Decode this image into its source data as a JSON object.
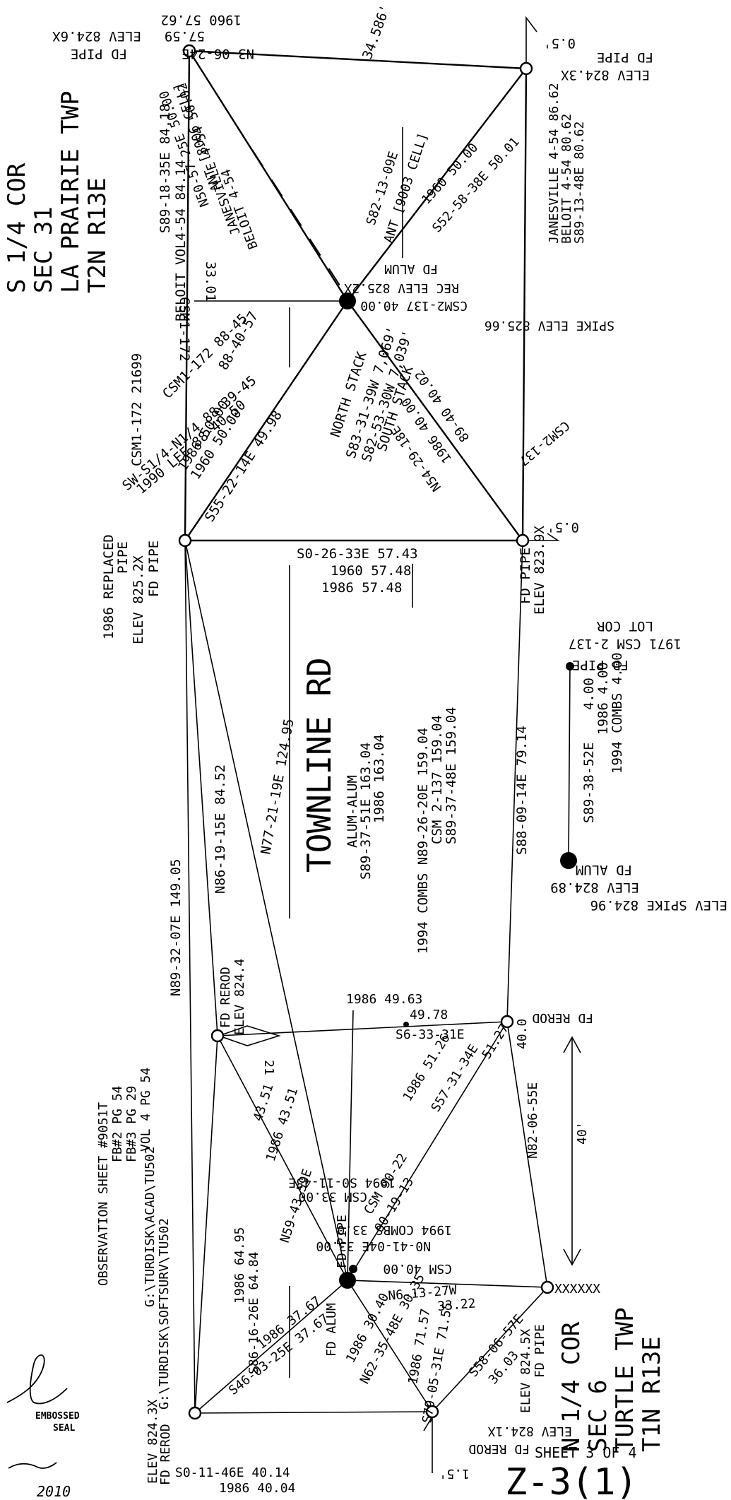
{
  "corners": {
    "s14": {
      "l1": "S 1/4 COR",
      "l2": "SEC 31",
      "l3": "LA PRAIRIE TWP",
      "l4": "T2N R13E"
    },
    "n14": {
      "l1": "N 1/4 COR",
      "l2": "SEC 6",
      "l3": "TURTLE TWP",
      "l4": "T1N R13E"
    }
  },
  "road": {
    "name": "TOWNLINE RD"
  },
  "left_edge": {
    "c1": "CSM1-172 21699",
    "bv1": "S89-18-35E 84.18",
    "bv2": "BELOIT VOL4-54 84.14",
    "csm_a": "CSM1-172",
    "csm_b": "33.01",
    "b_list": [
      "CSM1-172 88-45",
      "SW-S1/4-N1/4 88-39-45",
      "1990 LEE 88-40-50",
      "88-40-57"
    ],
    "replaced1": "1986 REPLACED",
    "replaced2": "PIPE",
    "replaced3": "ELEV 825.2X",
    "replaced4": "FD PIPE",
    "n89": "N89-32-07E 149.05",
    "ladder": "ELEV 824.3X",
    "ladder2": "FD REROD"
  },
  "top_right": {
    "fdpipe": "FD PIPE",
    "elev": "ELEV 824.6X",
    "n3": "N3-06-24E",
    "n3b": "1960 57.62",
    "n3c": "57.59",
    "dist": "34.586'",
    "fd_right": "FD PIPE",
    "elev_right": "ELEV 824.3X",
    "half": "0.5'"
  },
  "top_diag": {
    "d1": "N50-57-25E 50.00",
    "d2": "ANT [8006 CELL]",
    "d3": "JANESVILLE 4-54 50.02",
    "d4": "BELOIT 4-54",
    "d5": "S82-13-09E",
    "d6": "ANT [9003 CELL]",
    "d7": "1960 50.00",
    "d8": "S52-58-38E 50.01",
    "jan1": "JANESVILLE 4-54 86.62",
    "jan2": "BELOIT 4-54 80.62",
    "jan3": "S89-13-48E 80.62",
    "fdal1": "FD ALUM",
    "fdal2": "REC ELEV 825.2X",
    "fdal3": "CSM2-137 40.00",
    "spike": "SPIKE ELEV 825.66",
    "csm2": "CSM2-137",
    "n54": "N54-29-18E",
    "n54b": "1986 40.00",
    "n54c": "89-40 40.02"
  },
  "stack": {
    "n1": "NORTH STACK",
    "n2": "S83-31-39W 7,069'",
    "s1": "S82-53-30W 7,039'",
    "s2": "SOUTH STACK"
  },
  "center": {
    "s55": "S55-22-14E 49.98",
    "s55b": "1960 50.00",
    "s55c": "1986 50.00",
    "s0": "S0-26-33E 57.43",
    "s0b": "1960 57.48",
    "s0c": "1986 57.48",
    "fdp_mid": "FD PIPE",
    "fdp_mid2": "ELEV 823.9X",
    "half2": "0.5'",
    "alum1": "ALUM-ALUM",
    "alum2": "S89-37-51E 163.04",
    "alum3": "1986 163.04",
    "combs1": "1994 COMBS N89-26-20E 159.04",
    "combs2": "CSM 2-137 159.04",
    "combs3": "S89-37-48E 159.04",
    "n86": "N86-19-15E 84.52",
    "n77": "N77-21-19E 124.95",
    "s88": "S88-09-14E 79.14"
  },
  "right_mid": {
    "lot1": "LOT COR",
    "lot2": "1971 CSM 2-137",
    "lot3": "FD PIPE",
    "s89": "S89-38-52E",
    "s89b": "1986 4.00",
    "s89c": "1994 COMBS 4.00",
    "s89d": "4.00",
    "fdalum": "FD ALUM",
    "elevA": "ELEV 824.89",
    "elevB": "ELEV SPIKE 824.96"
  },
  "lower": {
    "fdrerod": "FD REROD",
    "elev824": "ELEV 824.4",
    "s6a": "1986 49.63",
    "s6b": "49.78",
    "s6c": "S6-33-31E",
    "s57a": "1986 51.26",
    "s57b": "51.27",
    "s57c": "S57-31-34E",
    "csm90a": "CSM 90-22",
    "csm90b": "90-19-13",
    "fdrerod_r": "FD REROD",
    "forty": "40.0",
    "n82": "N82-06-55E",
    "fortyft": "40'",
    "s0_11": "1994 S0-11-45E",
    "csm33": "CSM 33.00",
    "combs33": "1994 COMBS 33.0",
    "n0_41": "N0-41-04E 33.00",
    "csm40": "CSM 40.00",
    "n59": "N59-43-59E",
    "n59b": "1986 43.51",
    "n59c": "43.51",
    "n59d": "21",
    "fdpipe_l": "FD PIPE",
    "obs1": "OBSERVATION SHEET #9051T",
    "obs2": "FB#2 PG 54",
    "obs3": "FB#3 PG 29",
    "obs4": "VOL 4 PG 54",
    "path1": "G:\\TURDISK\\ACAD\\TU502",
    "path2": "G:\\TURDISK\\SOFTSURV\\TU502",
    "s86a": "1986 64.95",
    "s86b": "S86-16-26E 64.84",
    "s46a": "1986 37.67",
    "s46b": "S46-03-25E 37.67",
    "n6": "N6-13-27W",
    "n6b": "33.22",
    "fdal_b": "FD ALUM",
    "n62": "N62-35-48E 30.35",
    "n62b": "1986 30.40",
    "s79a": "1986 71.57",
    "s79b": "S79-05-31E 71.55",
    "s58": "S58-06-57E",
    "s58b": "36.03",
    "xx": "XXXXXX",
    "elev824_1": "ELEV 824.1X",
    "fdrerod_b": "FD REROD",
    "elev824_5": "ELEV 824.5X",
    "fdpipe_b": "FD PIPE",
    "sheet": "SHEET 3 OF 4",
    "sheetno": "Z-3(1)",
    "onefive": "1.5'",
    "bottom1": "ELEV 824.3X",
    "bottom2": "FD REROD",
    "bottom3": "S0-11-46E 40.14",
    "bottom4": "1986 40.04",
    "seal1": "EMBOSSED",
    "seal2": "SEAL",
    "date": "2010"
  }
}
